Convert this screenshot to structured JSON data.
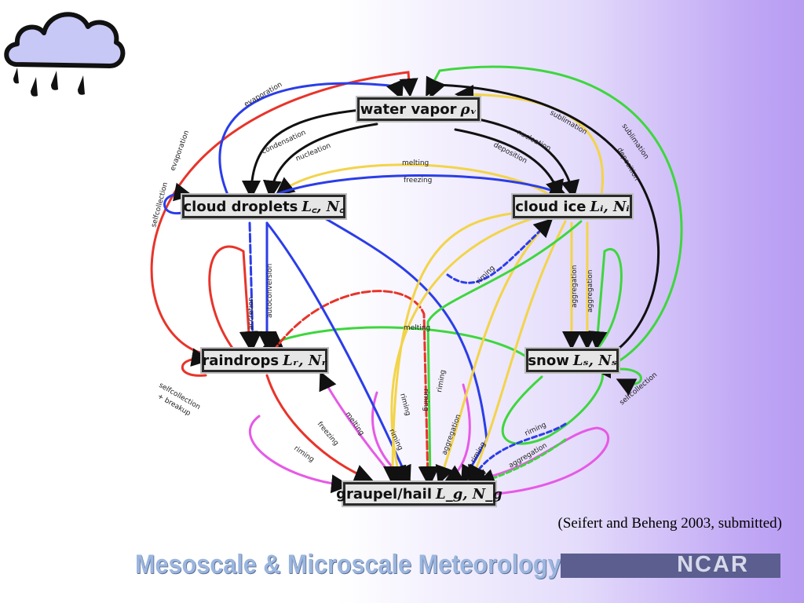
{
  "nodes": {
    "vapor": {
      "label": "water vapor",
      "symbol": "ρᵥ"
    },
    "cloud": {
      "label": "cloud droplets",
      "symbol": "L꜀, N꜀"
    },
    "ice": {
      "label": "cloud ice",
      "symbol": "Lᵢ, Nᵢ"
    },
    "rain": {
      "label": "raindrops",
      "symbol": "Lᵣ, Nᵣ"
    },
    "snow": {
      "label": "snow",
      "symbol": "Lₛ, Nₛ"
    },
    "graupel": {
      "label": "graupel/hail",
      "symbol": "L_g, N_g"
    }
  },
  "process_labels": {
    "evaporation_top": "evaporation",
    "evaporation_left": "evaporation",
    "condensation": "condensation",
    "nucleation_left": "nucleation",
    "melting_top": "melting",
    "freezing_top": "freezing",
    "sublimation_right": "sublimation",
    "nucleation_right": "nucleation",
    "deposition_right": "deposition",
    "sublimation_far": "sublimation",
    "deposition_far": "deposition",
    "selfcollection_cloud": "selfcollection",
    "accretion": "accretion",
    "autoconversion": "autoconversion",
    "riming_ice": "riming",
    "aggregation_1": "aggregation",
    "aggregation_2": "aggregation",
    "melting_mid": "melting",
    "selfcollection_rain": "selfcollection",
    "breakup": "+ breakup",
    "selfcollection_snow": "selfcollection",
    "freezing_low": "freezing",
    "melting_low": "melting",
    "riming_rain": "riming",
    "riming_g1": "riming",
    "riming_g2": "riming",
    "riming_g3": "riming",
    "riming_g4": "riming",
    "aggregation_g1": "aggregation",
    "riming_g5": "riming",
    "riming_snow": "riming",
    "aggregation_g2": "aggregation"
  },
  "citation": "(Seifert and Beheng 2003, submitted)",
  "footer": {
    "division": "Mesoscale & Microscale Meteorology Division",
    "org": "NCAR"
  },
  "icons": {
    "logo": "rain-cloud-icon"
  },
  "colors": {
    "red": "#e8342a",
    "blue": "#2b3de8",
    "black": "#111111",
    "green": "#3ed63e",
    "yellow": "#f2d44a",
    "magenta": "#e65ae6"
  }
}
